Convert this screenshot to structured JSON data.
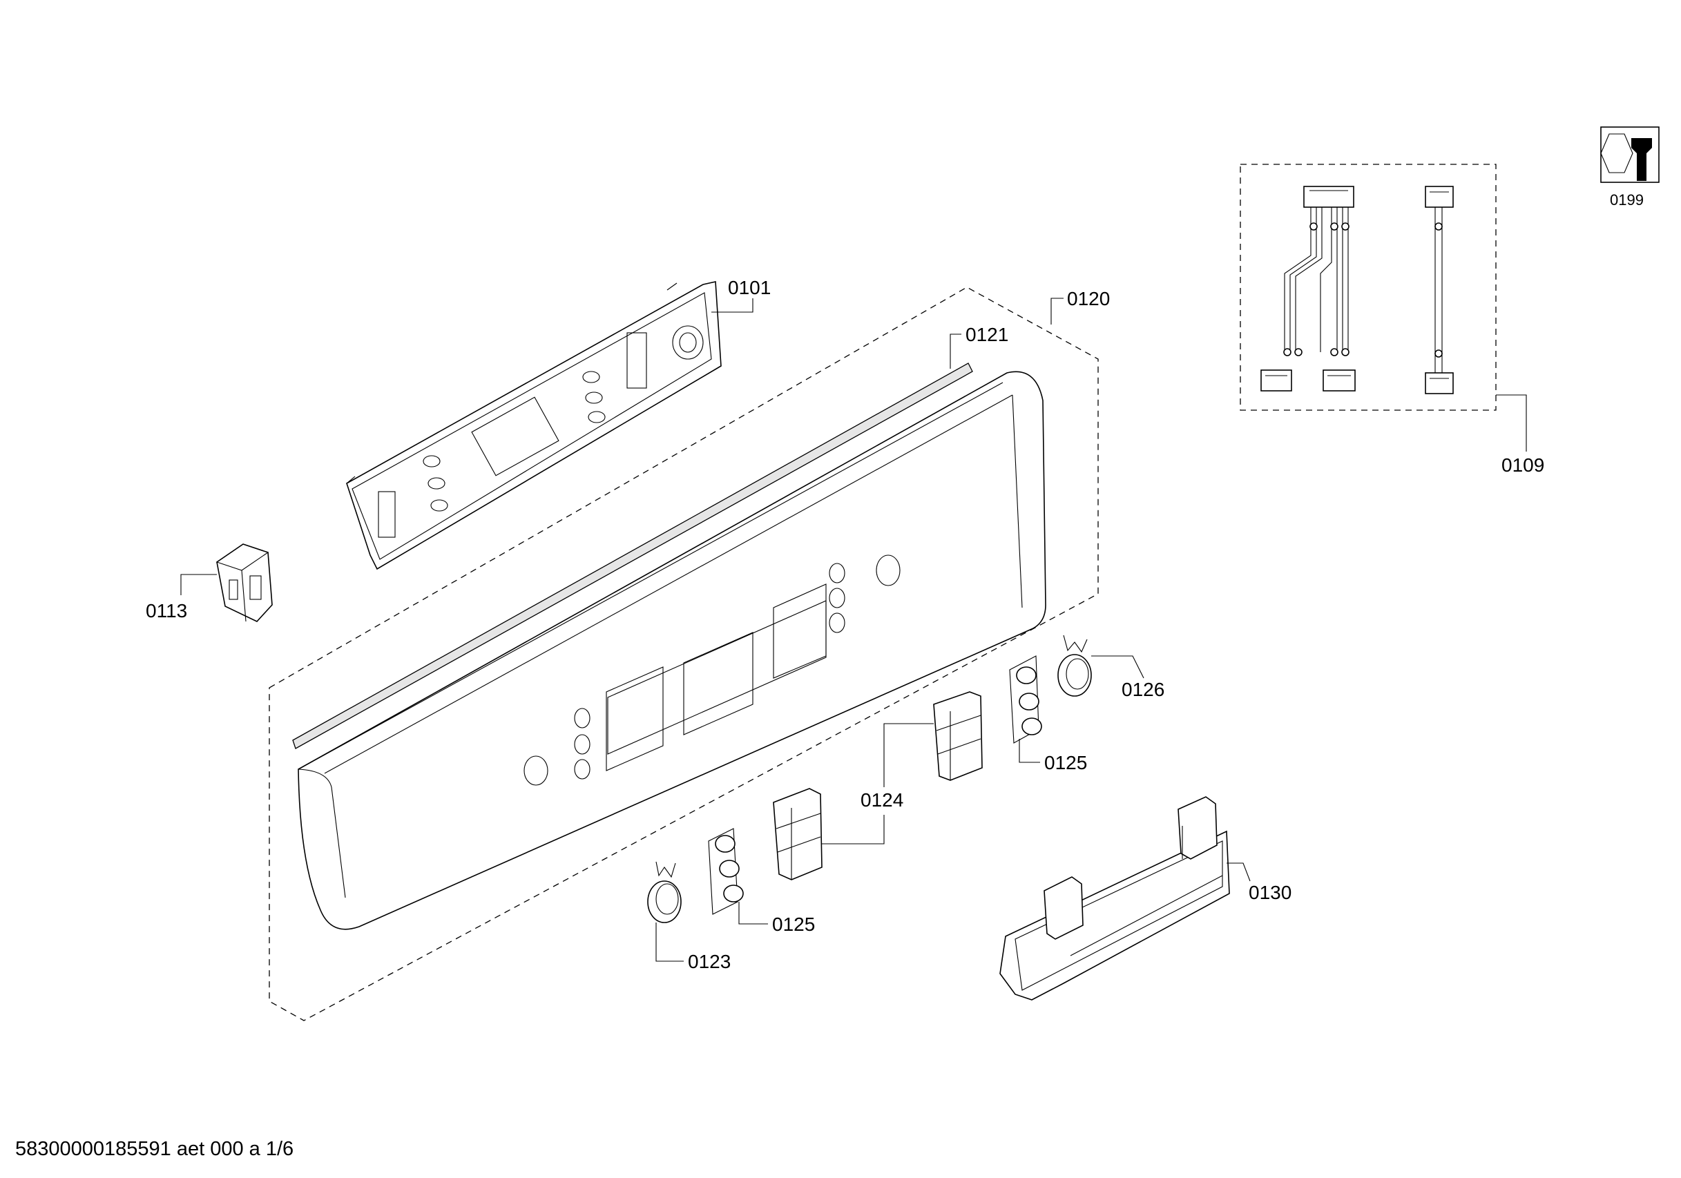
{
  "callouts": {
    "c0101": "0101",
    "c0109": "0109",
    "c0113": "0113",
    "c0120": "0120",
    "c0121": "0121",
    "c0123": "0123",
    "c0124": "0124",
    "c0125a": "0125",
    "c0125b": "0125",
    "c0126": "0126",
    "c0130": "0130",
    "c0199": "0199"
  },
  "footer": {
    "document_id": "58300000185591 aet 000 a 1/6"
  },
  "icons": {
    "tool_icon": "nut-and-wrench-icon"
  }
}
